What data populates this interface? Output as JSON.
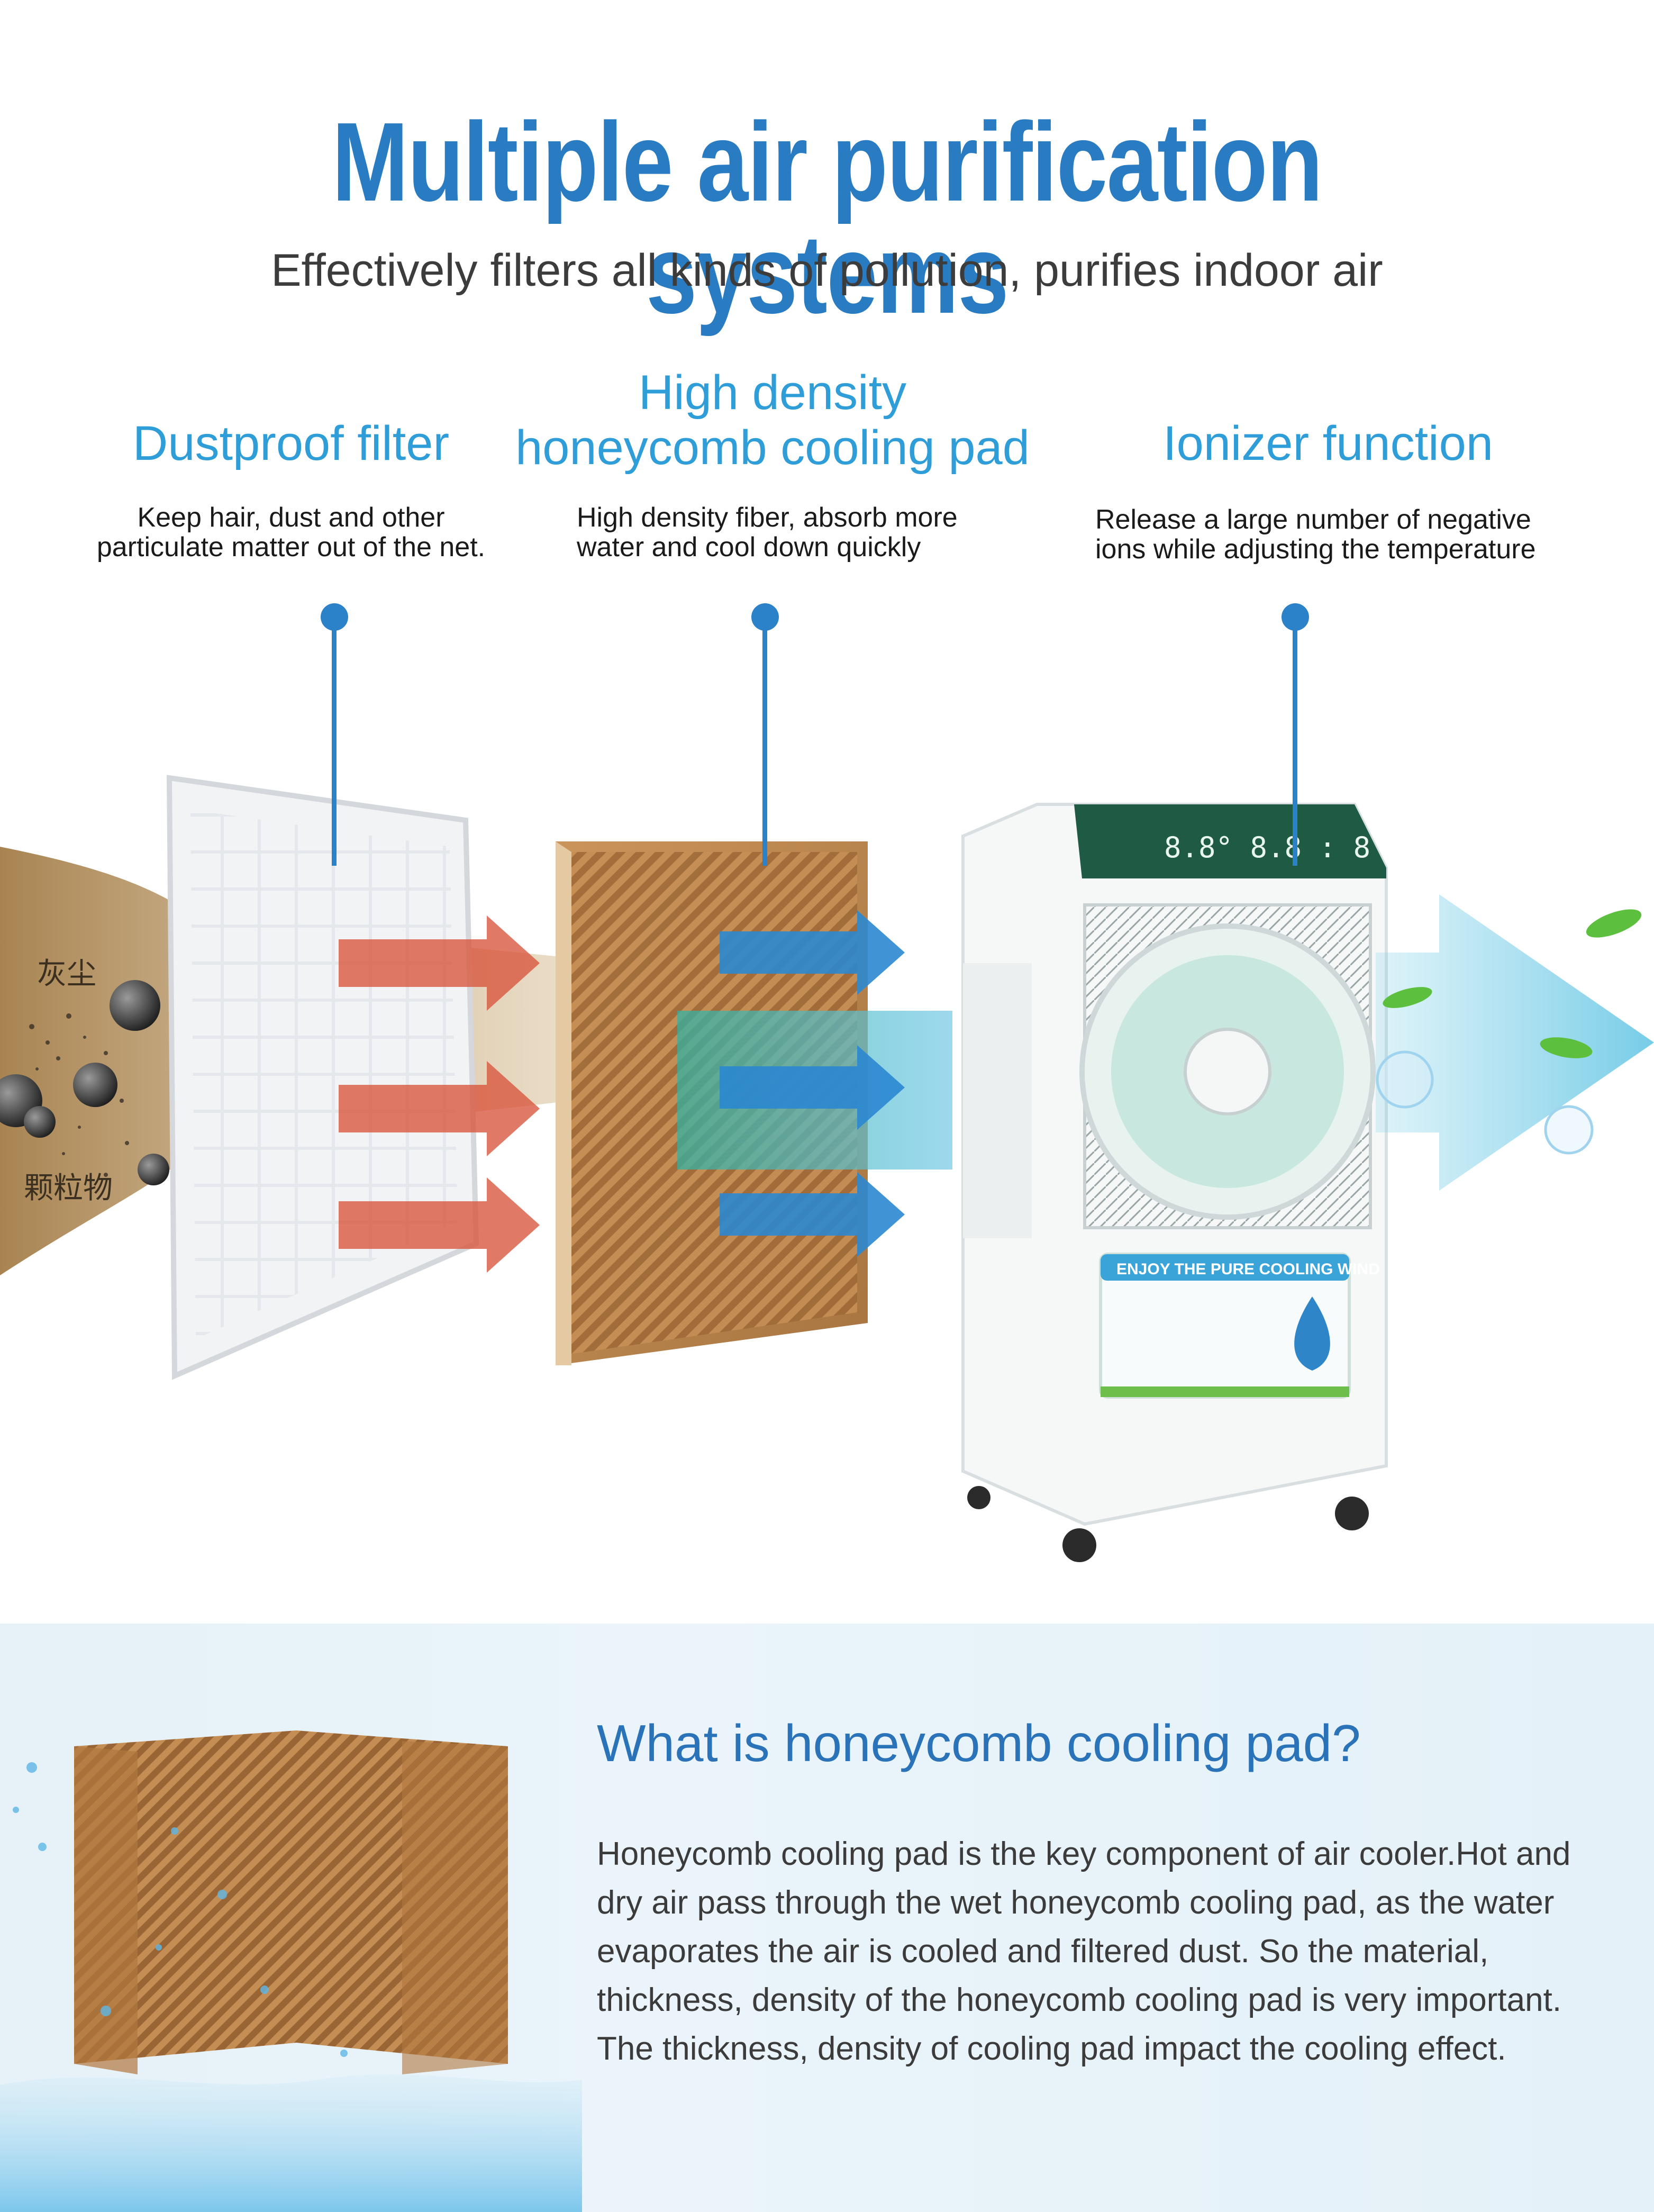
{
  "header": {
    "title": "Multiple air purification systems",
    "subtitle": "Effectively filters all kinds of pollution, purifies indoor air"
  },
  "features": [
    {
      "title": "Dustproof filter",
      "description": "Keep hair, dust and other particulate matter out of the net."
    },
    {
      "title": "High density honeycomb cooling pad",
      "description": "High density fiber, absorb more water and cool down quickly"
    },
    {
      "title": "Ionizer function",
      "description": "Release a large number of negative ions while adjusting the temperature"
    }
  ],
  "labels": {
    "dust": "灰尘",
    "particles": "颗粒物"
  },
  "cooler_panel": {
    "display": "8.8°  8.8 :  8",
    "sticker": "ENJOY THE PURE COOLING WIND"
  },
  "honeycomb": {
    "question": "What is honeycomb cooling pad?",
    "body": "Honeycomb cooling pad is the key component of air cooler.Hot and dry air pass through the wet honeycomb cooling pad, as the water evaporates the air is cooled and filtered dust. So the material, thickness, density of the honeycomb cooling pad is very important. The thickness, density of cooling pad impact the cooling effect."
  },
  "colors": {
    "title_blue": "#2a7cc2",
    "feature_blue": "#2f9ed8",
    "pin_blue": "#2b82c9",
    "cooler_green": "#1e5a44",
    "pad_brown": "#c8955c"
  }
}
